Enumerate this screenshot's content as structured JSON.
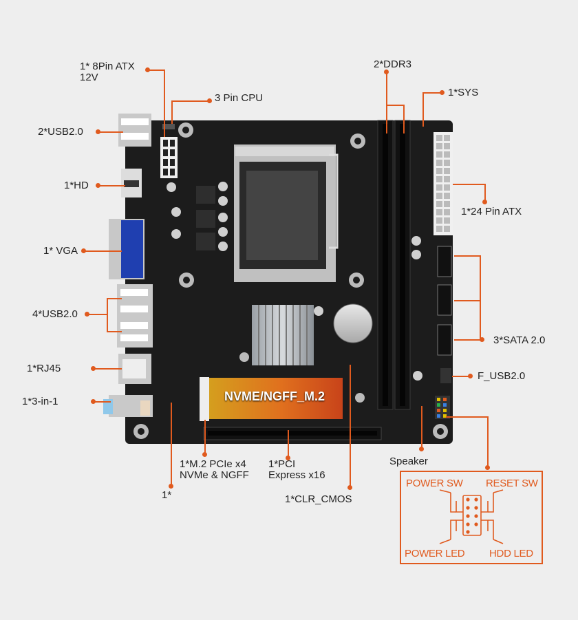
{
  "labels": {
    "atx8": [
      "1* 8Pin ATX",
      "12V"
    ],
    "cpu3": "3 Pin CPU",
    "usb2_top": "2*USB2.0",
    "hd": "1*HD",
    "vga": "1* VGA",
    "usb4": "4*USB2.0",
    "rj45": "1*RJ45",
    "audio": "1*3-in-1",
    "ddr3": "2*DDR3",
    "sys": "1*SYS",
    "atx24": "1*24 Pin ATX",
    "sata": "3*SATA 2.0",
    "f_usb": "F_USB2.0",
    "m2": [
      "1*M.2 PCIe x4",
      "NVMe & NGFF"
    ],
    "pci": [
      "1*PCI",
      "Express x16"
    ],
    "one": "1*",
    "clr": "1*CLR_CMOS",
    "speaker": "Speaker"
  },
  "board_text": {
    "nvme": "NVME/NGFF_M.2"
  },
  "legend": {
    "power_sw": "POWER SW",
    "reset_sw": "RESET SW",
    "power_led": "POWER LED",
    "hdd_led": "HDD  LED"
  },
  "colors": {
    "accent": "#e05a1e",
    "board": "#1c1c1c",
    "background": "#eeeeee"
  }
}
